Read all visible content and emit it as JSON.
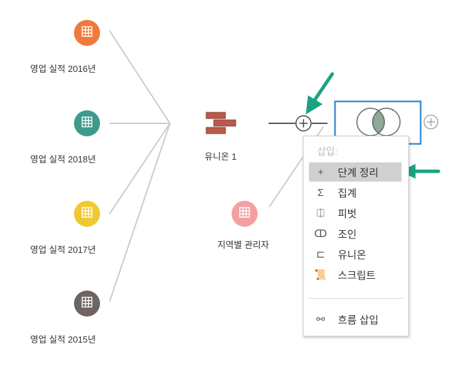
{
  "sources": [
    {
      "label": "영업 실적 2016년",
      "color": "#f07a3c"
    },
    {
      "label": "영업 실적 2018년",
      "color": "#3d9a8c"
    },
    {
      "label": "영업 실적 2017년",
      "color": "#f0c832"
    },
    {
      "label": "영업 실적 2015년",
      "color": "#6e6560"
    }
  ],
  "union": {
    "label": "유니온 1",
    "color": "#b85a4a"
  },
  "manager": {
    "label": "지역별 관리자",
    "color": "#f4a0a0"
  },
  "join": {
    "border": "#3d8fd9",
    "fill": "#8fa89a"
  },
  "arrow_color": "#1aa383",
  "menu": {
    "header": "삽입:",
    "items": [
      {
        "label": "단계 정리",
        "icon": "plus-icon",
        "glyph": "+"
      },
      {
        "label": "집계",
        "icon": "sigma-icon",
        "glyph": "Σ"
      },
      {
        "label": "피벗",
        "icon": "pivot-icon",
        "glyph": "⎅"
      },
      {
        "label": "조인",
        "icon": "join-icon",
        "glyph": "ↀ"
      },
      {
        "label": "유니온",
        "icon": "union-icon",
        "glyph": "⊏"
      },
      {
        "label": "스크립트",
        "icon": "script-icon",
        "glyph": "📜"
      }
    ],
    "flow": {
      "label": "흐름 삽입",
      "icon": "flow-icon"
    }
  }
}
